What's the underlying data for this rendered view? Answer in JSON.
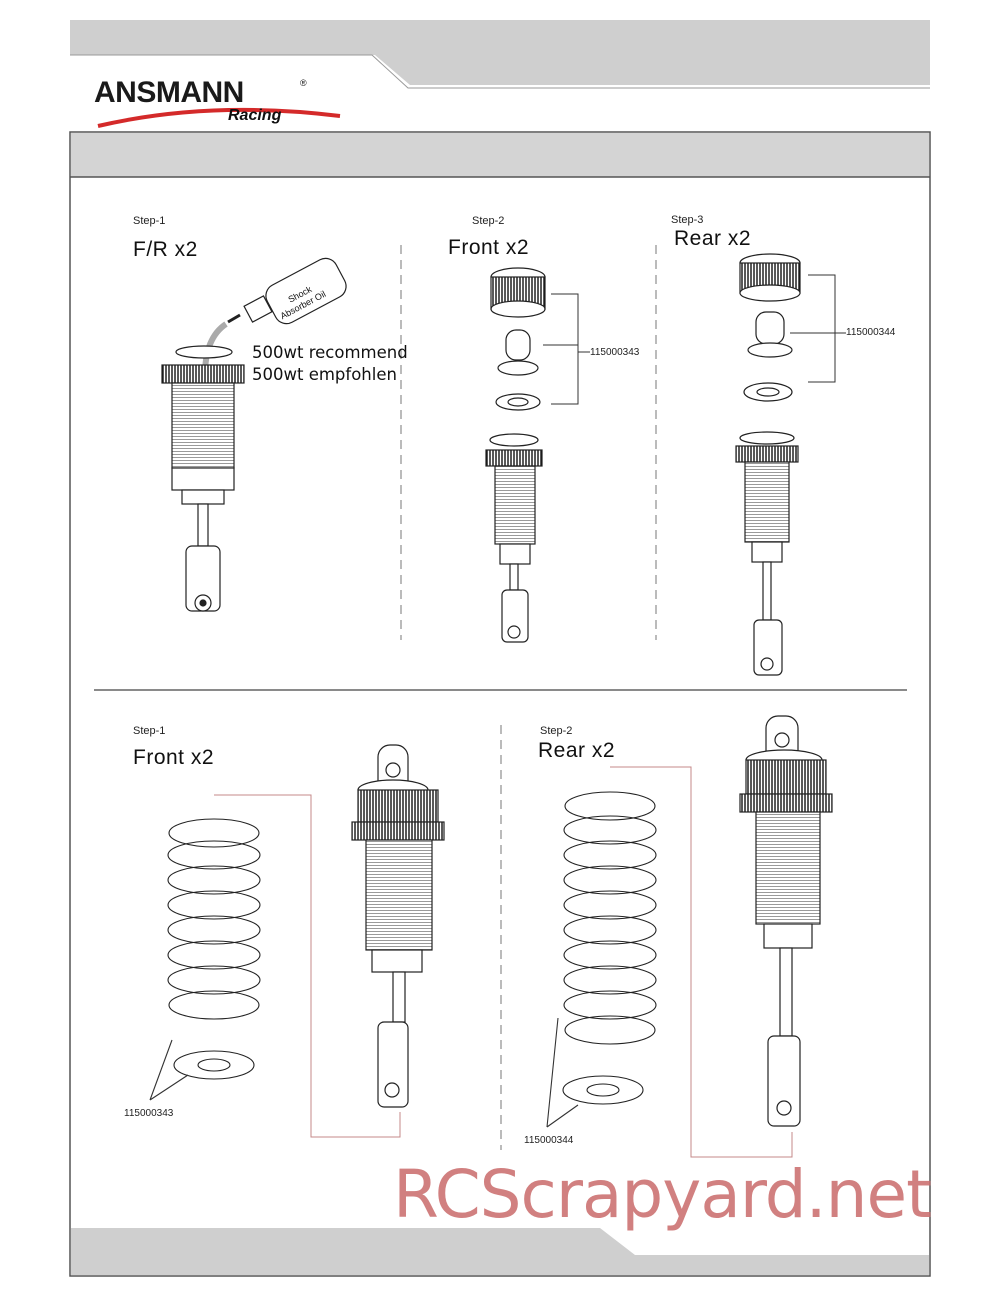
{
  "brand": {
    "name": "ANSMANN",
    "sub": "Racing",
    "colors": {
      "accent": "#d42a2a",
      "header_gray": "#c9c9c9",
      "part_line": "#c48888"
    }
  },
  "sections": {
    "top": {
      "steps": [
        {
          "step_label": "Step-1",
          "title": "F/R  x2",
          "bottle_text": [
            "Shock",
            "Absorber Oil"
          ],
          "notes": [
            "500wt recommend",
            "500wt empfohlen"
          ]
        },
        {
          "step_label": "Step-2",
          "title": "Front  x2",
          "part_number": "115000343"
        },
        {
          "step_label": "Step-3",
          "title": "Rear  x2",
          "part_number": "115000344"
        }
      ]
    },
    "bottom": {
      "steps": [
        {
          "step_label": "Step-1",
          "title": "Front  x2",
          "part_number": "115000343"
        },
        {
          "step_label": "Step-2",
          "title": "Rear  x2",
          "part_number": "115000344"
        }
      ]
    }
  },
  "watermark": "RCScrapyard.net"
}
